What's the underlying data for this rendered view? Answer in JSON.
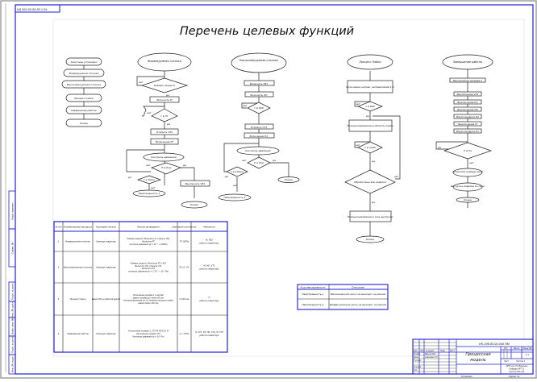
{
  "stamp": "КД 000.00.00.95.1-94",
  "title": "Перечень целевых функций",
  "colors": {
    "frame": "#1f1fd6",
    "line": "#222222",
    "page": "#ffffff",
    "outer_border": "#888888"
  },
  "overview": {
    "items": [
      "Запитаны установки",
      "Форвакуумная откачка",
      "Высоковакуумная откачка",
      "Процесс пайки",
      "Завершение работы",
      "Конец"
    ]
  },
  "fore_vacuum": {
    "start": "Форвакуумная откачка",
    "check_door": "Камера закрыта",
    "no": "нет",
    "yes": "да",
    "step_pump": "Включить М",
    "cond_time": "t ≥ 5с",
    "open_valve": "Открыть VE2",
    "enable_p": "Включение PT",
    "control": "Контроль давления",
    "cond_pressure": "P ≤ Pзд",
    "cond_timeout": "t ≥ 5мин",
    "fault": "Неисправность 1",
    "close_valve": "Выключить VE2",
    "end": "Конец"
  },
  "high_vacuum": {
    "start": "Высоковакуумная откачка",
    "step1": "Включить VE1",
    "step2": "Включить HD",
    "cond_time": "t ≥ 600",
    "step3": "Открыть VT1",
    "step4": "Включение P.2",
    "control": "Контроль давления",
    "cond_pressure": "P ≤ Pзд",
    "cond_timeout": "t ≥ 10мин",
    "fault": "Неисправность 2",
    "end": "Конец",
    "no": "нет",
    "yes": "да"
  },
  "brazing": {
    "start": "Процесс Пайки",
    "step1": "Включение нагрев. нагревателей 1,2",
    "cond1": "t ≥ 600",
    "step2": "Позиционирование в область пайки",
    "cond2": "t ≥ 1200",
    "cond3": "Обработаны все изделия",
    "step3": "Позиционирование в зону выгрузки",
    "end": "Конец",
    "no": "нет",
    "yes": "да"
  },
  "shutdown": {
    "start": "Завершение работы",
    "step1": "Выключение нагрева 1",
    "steps": [
      "Выключение VT1",
      "Выключение P.4",
      "Выключение HD",
      "Впуск воздуха P.2",
      "Выключение M",
      "Впуск воздуха P.1"
    ],
    "cond": "P ≥ Pa",
    "yes": "да",
    "no": "нет",
    "step_open": "Открытие камеры печи",
    "step_unload": "Выгрузка изделия из печи",
    "end": "Конец"
  },
  "main_table": {
    "headers": [
      "№ п/п",
      "Наименование процесса",
      "Критерий начала",
      "Режим проведения",
      "Критерий окончания",
      "Механизм"
    ],
    "rows": [
      {
        "n": "1",
        "name": "Форвакуумная откачка",
        "start": "Команда оператора",
        "mode": [
          "Камера закрыта: Включить М, открыть VE2",
          "Включить PT",
          "контроль давления (р = 10⁻¹ ÷ 100Па)"
        ],
        "end": "PT 100Па",
        "mech": [
          "M, VE2",
          "работа оператора"
        ]
      },
      {
        "n": "2",
        "name": "Высоковакуумная откачка",
        "start": "Команда оператора",
        "mode": [
          "Камера закрыта: Включить PT и VE1",
          "Включить HD, открыть VT1",
          "Включить P.2",
          "контроль давления (р = 1·10⁻³ ÷ 10⁻³Па)"
        ],
        "end": "P1 10⁻³Па",
        "mech": [
          "M, HD, VT2",
          "работа оператора"
        ]
      },
      {
        "n": "3",
        "name": "Процесс пайки",
        "start": "Вывод HD на рабочий режим",
        "mode": [
          "Включение нагрева 1 и нагрев",
          "время нагрева до пайки 60 сек",
          "позиционирование по 2 в течение процесса пайки",
          "время пайки 120 сек"
        ],
        "end": "t=120 сек",
        "mech": [
          "П",
          "работа оператора"
        ]
      },
      {
        "n": "4",
        "name": "Завершение работы",
        "start": "Команда оператора",
        "mode": [
          "Отключение нагрева 1, VT1 P4 HD P1.2 M",
          "Включение нагрева VT3",
          "Контроль давления (р = 10⁵ Па)"
        ],
        "end": "р = 10⁵Па",
        "mech": [
          "П, VT1, P4, HD, VT2, M, VT3",
          "работа оператора"
        ]
      }
    ]
  },
  "fault_table": {
    "headers": [
      "Код неисправности",
      "Описание"
    ],
    "rows": [
      {
        "code": "Неисправность 1",
        "desc": "Механический насос не выходит на режим"
      },
      {
        "code": "Неисправность 2",
        "desc": "Диффузионный насос не выходит на режим"
      }
    ]
  },
  "title_block": {
    "designation": "КК-196.05.00.000 ПМ",
    "name": [
      "Процессная",
      "модель"
    ],
    "col_heads": [
      "Лит.",
      "Масса",
      "Масштаб"
    ],
    "rows_left": [
      "Изм",
      "Лист",
      "№ докум.",
      "Подп.",
      "Дата"
    ],
    "roles": [
      "Разраб.",
      "Пров.",
      "Т.контр.",
      "Н.контр.",
      "Утв."
    ],
    "names": [
      "Иванов И.И.",
      "Алексеев Л.Н."
    ],
    "scale": "1:1",
    "sheet": "Лист",
    "sheets": "Листов 1",
    "org": [
      "МГТУ им. Н.Э.Баумана",
      "Кафедра МТ-11",
      "Группа МТ11-91"
    ],
    "copy_label": "Копировал",
    "format_label": "Формат A1"
  },
  "side_strip": {
    "top_labels": [
      "Перв. примен.",
      "Справ. №"
    ],
    "bottom_labels": [
      "Подп. и дата",
      "Инв. № дубл.",
      "Взам. инв. №",
      "Подп. и дата",
      "Инв. № подл."
    ]
  }
}
